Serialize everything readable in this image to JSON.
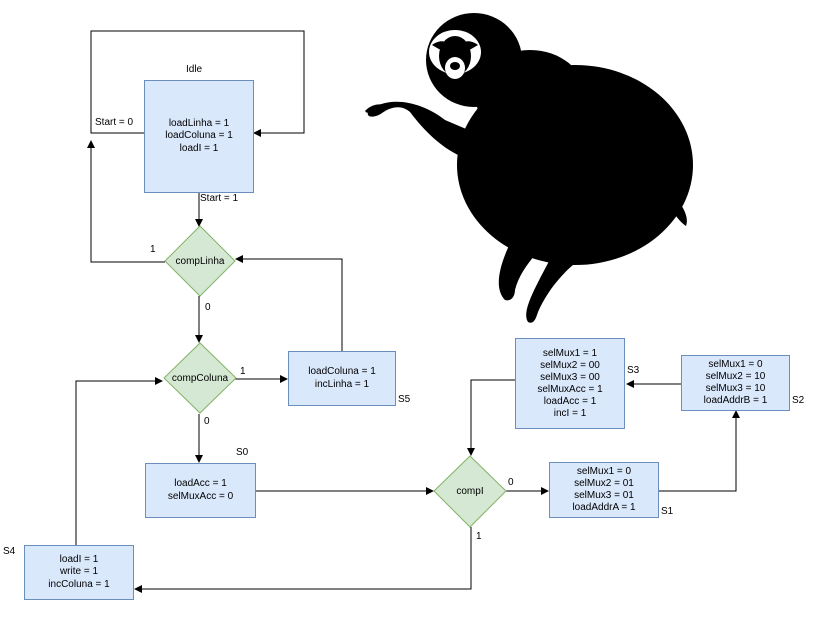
{
  "states": {
    "idle": {
      "title": "Idle",
      "lines": [
        "loadLinha = 1",
        "loadColuna = 1",
        "loadI = 1"
      ]
    },
    "s0": {
      "name": "S0",
      "lines": [
        "loadAcc = 1",
        "selMuxAcc = 0"
      ]
    },
    "s1": {
      "name": "S1",
      "lines": [
        "selMux1 = 0",
        "selMux2 = 01",
        "selMux3 = 01",
        "loadAddrA = 1"
      ]
    },
    "s2": {
      "name": "S2",
      "lines": [
        "selMux1 = 0",
        "selMux2 = 10",
        "selMux3 = 10",
        "loadAddrB = 1"
      ]
    },
    "s3": {
      "name": "S3",
      "lines": [
        "selMux1 = 1",
        "selMux2 = 00",
        "selMux3 = 00",
        "selMuxAcc = 1",
        "loadAcc = 1",
        "incI = 1"
      ]
    },
    "s4": {
      "name": "S4",
      "lines": [
        "loadI = 1",
        "write = 1",
        "incColuna = 1"
      ]
    },
    "s5": {
      "name": "S5",
      "lines": [
        "loadColuna = 1",
        "incLinha = 1"
      ]
    }
  },
  "decisions": {
    "compLinha": "compLinha",
    "compColuna": "compColuna",
    "compI": "compI"
  },
  "edge_labels": {
    "start0": "Start = 0",
    "start1": "Start = 1",
    "compLinha_1": "1",
    "compLinha_0": "0",
    "compColuna_1": "1",
    "compColuna_0": "0",
    "compI_0": "0",
    "compI_1": "1"
  },
  "colors": {
    "state_fill": "#dae8fc",
    "state_border": "#6c8ebf",
    "decision_fill": "#d5e8d4",
    "decision_border": "#82b366",
    "line": "#000000"
  },
  "illustration": "sloth-silhouette"
}
